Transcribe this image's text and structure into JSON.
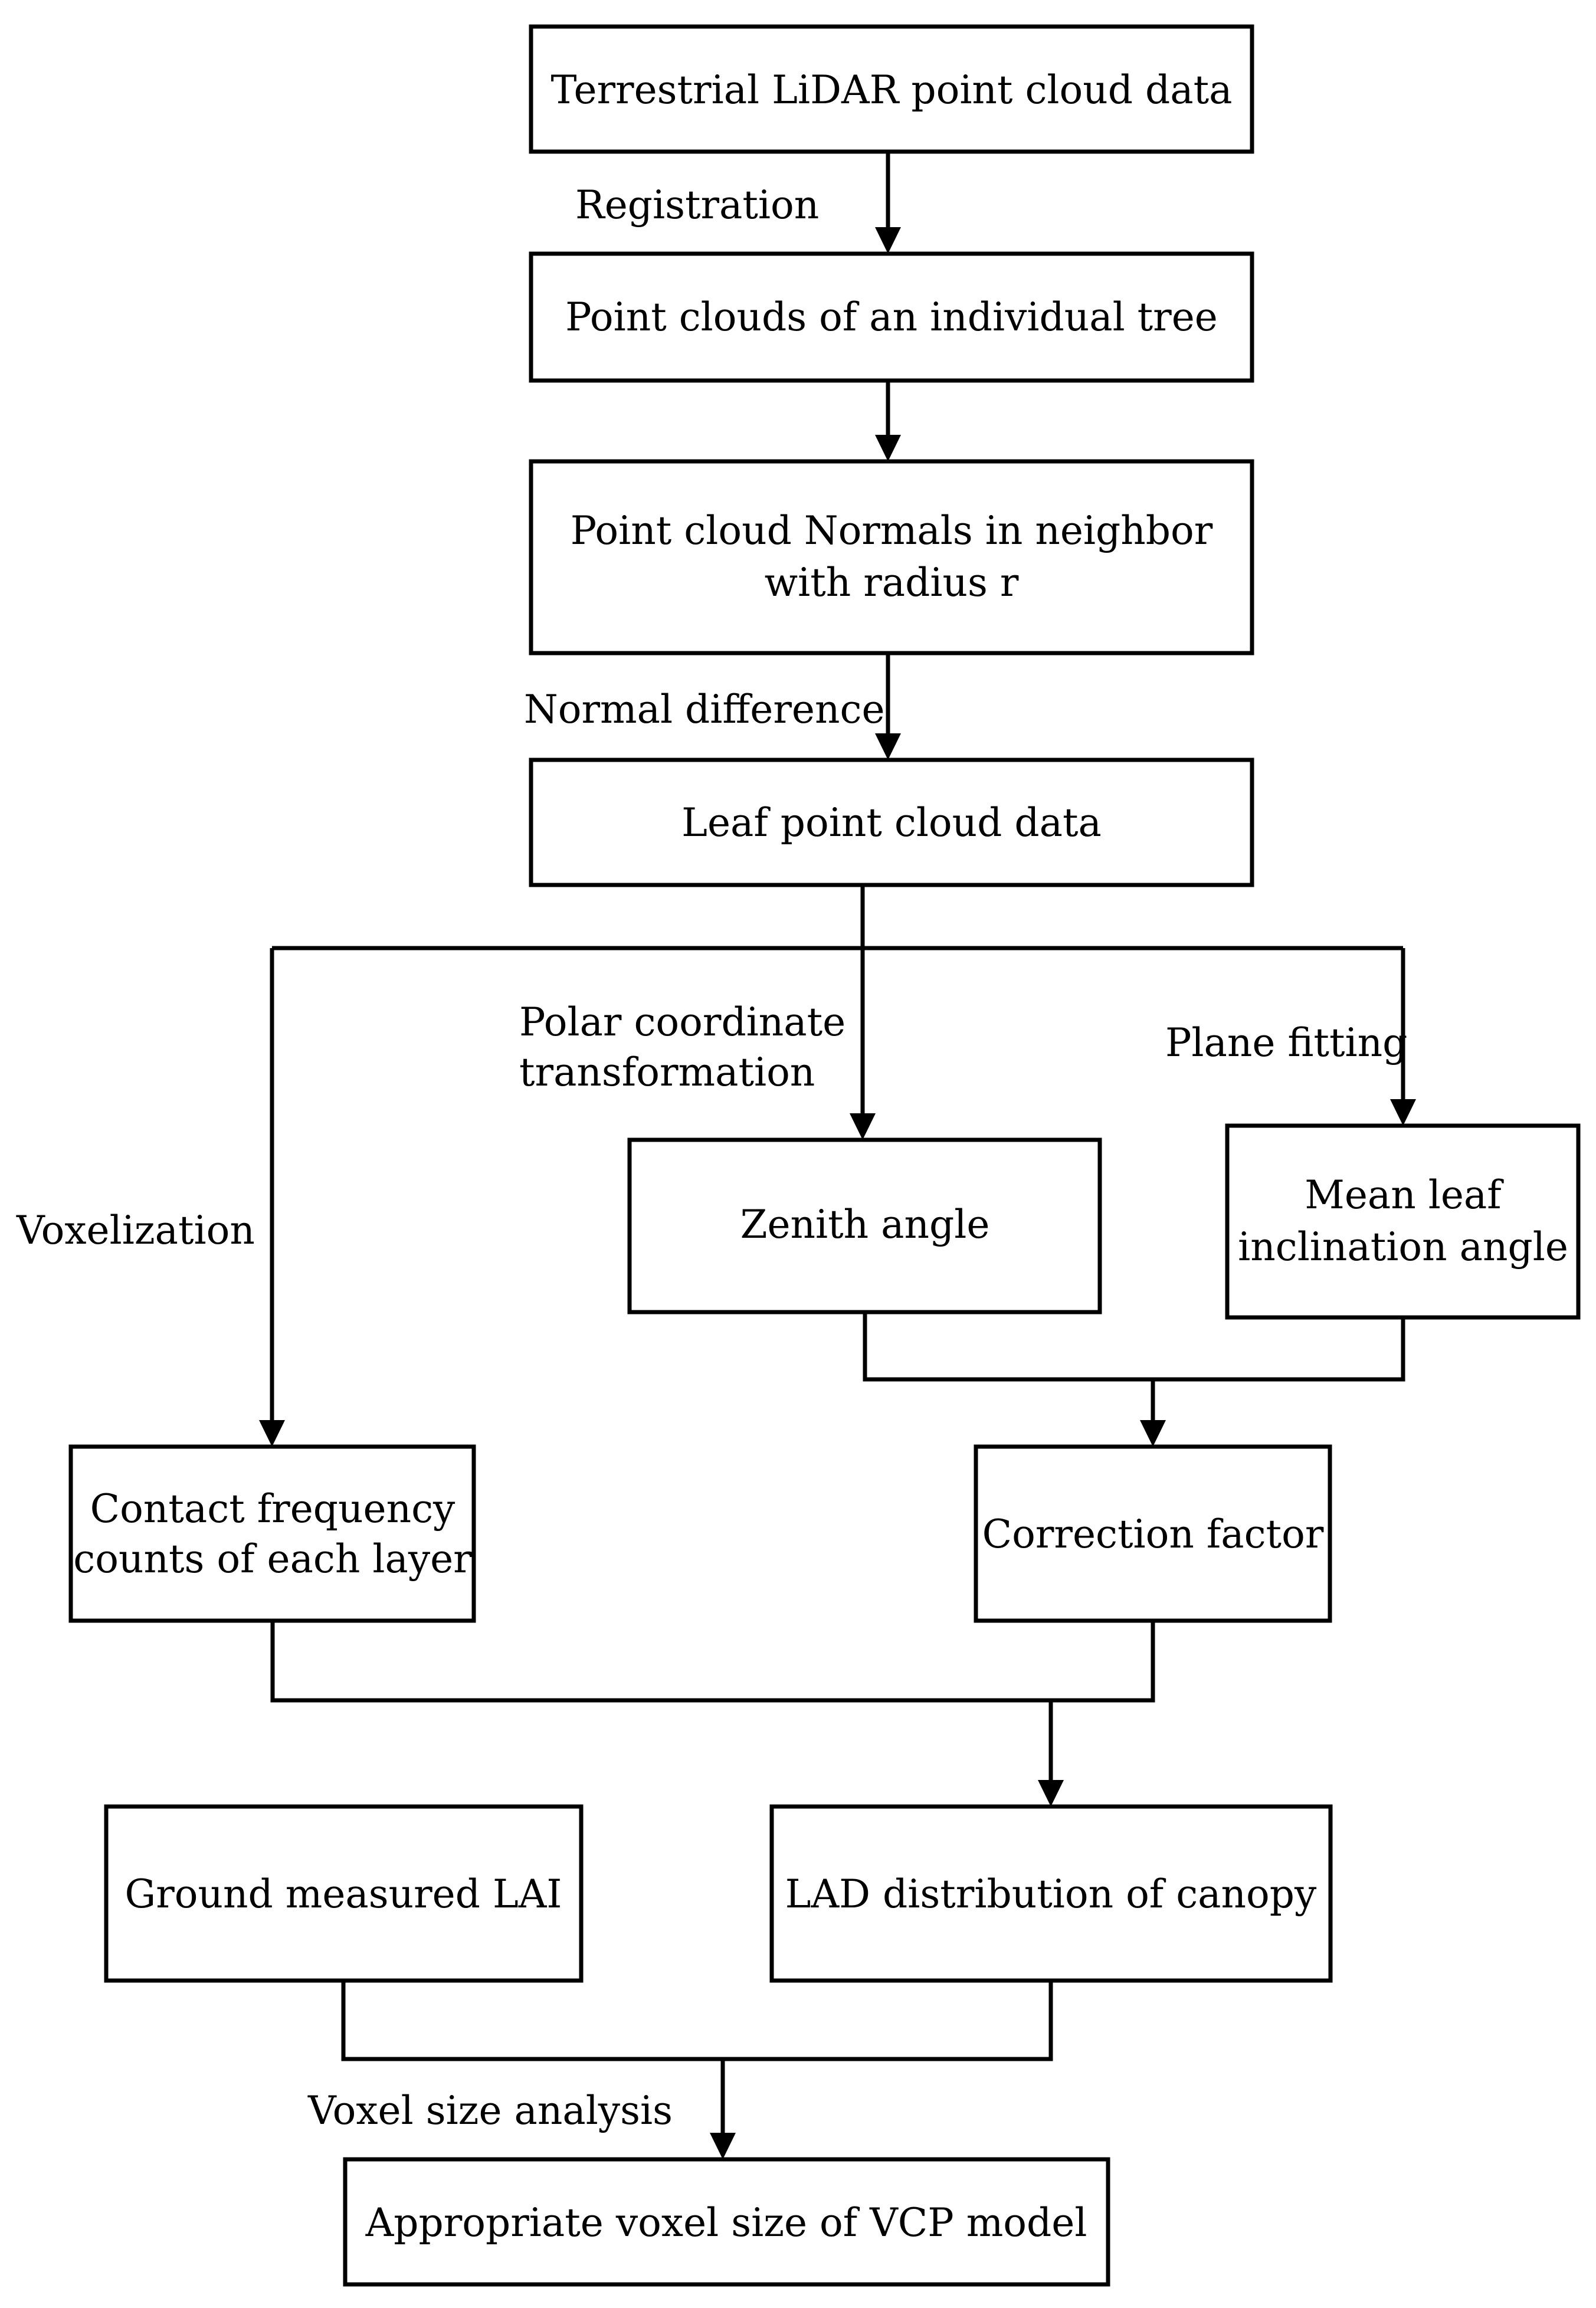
{
  "boxes": {
    "lidar_data": "Terrestrial LiDAR point cloud data",
    "individual_tree": "Point clouds of an individual tree",
    "normals_line1": "Point cloud Normals in neighbor",
    "normals_line2": "with radius r",
    "leaf_data": "Leaf point cloud data",
    "zenith_angle": "Zenith angle",
    "mean_leaf_line1": "Mean leaf",
    "mean_leaf_line2": "inclination angle",
    "contact_line1": "Contact frequency",
    "contact_line2": "counts of each layer",
    "correction_factor": "Correction factor",
    "ground_lai": "Ground measured LAI",
    "lad_distribution": "LAD distribution of canopy",
    "voxel_size": "Appropriate voxel size of  VCP model"
  },
  "edge_labels": {
    "registration": "Registration",
    "normal_difference": "Normal difference",
    "polar_line1": "Polar  coordinate",
    "polar_line2": "transformation",
    "plane_fitting": "Plane fitting",
    "voxelization": "Voxelization",
    "voxel_size_analysis": "Voxel size analysis"
  }
}
